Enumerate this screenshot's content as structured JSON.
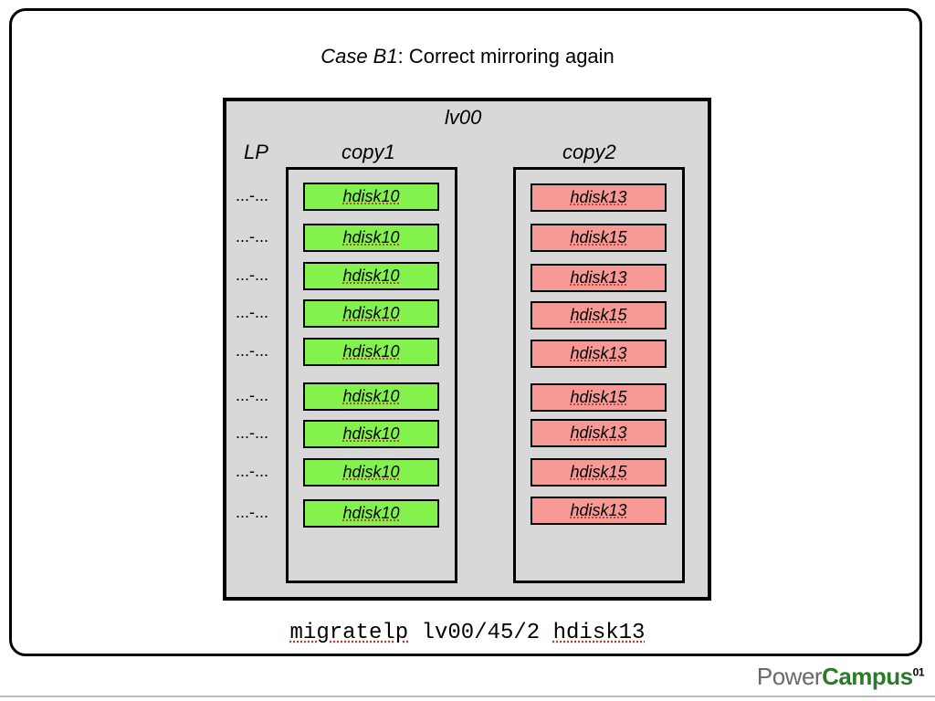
{
  "title": {
    "italic": "Case B1",
    "rest": ": Correct mirroring again"
  },
  "lv": {
    "name": "lv00",
    "lp_header": "LP",
    "copy1_header": "copy1",
    "copy2_header": "copy2"
  },
  "rows": [
    {
      "lp": "...-...",
      "copy1": "hdisk10",
      "copy2": "hdisk13"
    },
    {
      "lp": "...-...",
      "copy1": "hdisk10",
      "copy2": "hdisk15"
    },
    {
      "lp": "...-...",
      "copy1": "hdisk10",
      "copy2": "hdisk13"
    },
    {
      "lp": "...-...",
      "copy1": "hdisk10",
      "copy2": "hdisk15"
    },
    {
      "lp": "...-...",
      "copy1": "hdisk10",
      "copy2": "hdisk13"
    },
    {
      "lp": "...-...",
      "copy1": "hdisk10",
      "copy2": "hdisk15"
    },
    {
      "lp": "...-...",
      "copy1": "hdisk10",
      "copy2": "hdisk13"
    },
    {
      "lp": "...-...",
      "copy1": "hdisk10",
      "copy2": "hdisk15"
    },
    {
      "lp": "...-...",
      "copy1": "hdisk10",
      "copy2": "hdisk13"
    }
  ],
  "command": {
    "cmd": "migratelp",
    "args": "lv00/45/2",
    "target": "hdisk13"
  },
  "brand": {
    "power": "Power",
    "campus": "Campus",
    "sup": "01"
  },
  "colors": {
    "copy1_fill": "#84f24c",
    "copy2_fill": "#f79a95",
    "lv_fill": "#d8d8d8"
  }
}
